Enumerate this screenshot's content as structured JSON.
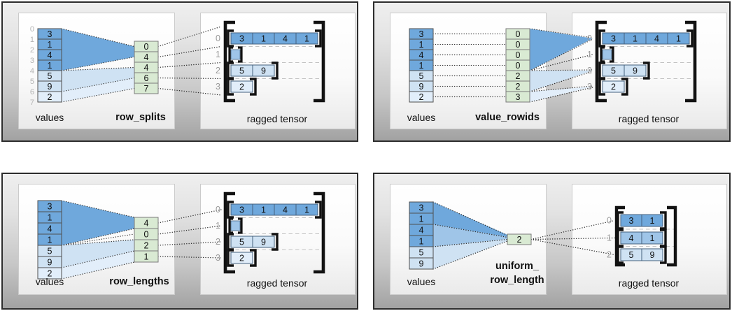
{
  "figure_title": "",
  "colors": {
    "dark_blue": "#6fa8dc",
    "medium_blue": "#9fc5e8",
    "light_blue": "#cfe2f3",
    "pale_blue": "#e2eefa",
    "green": "#d9ead3",
    "bracket_black": "#121212",
    "index_gray": "#b4b4b4",
    "row_label_gray": "#9a9a9a"
  },
  "panels": [
    {
      "id": "row-splits",
      "values_label": "values",
      "method_label_lines": [
        "row_splits"
      ],
      "result_label": "ragged tensor",
      "values": [
        3,
        1,
        4,
        1,
        5,
        9,
        2
      ],
      "value_shades": [
        "dark",
        "dark",
        "dark",
        "dark",
        "light",
        "light",
        "pale"
      ],
      "value_index_labels": [
        "0",
        "1",
        "2",
        "3",
        "4",
        "5",
        "6",
        "7"
      ],
      "method_cells": [
        "0",
        "4",
        "4",
        "6",
        "7"
      ],
      "ragged_rows": [
        {
          "label": "0",
          "cells": [
            "3",
            "1",
            "4",
            "1"
          ],
          "shade": "dark"
        },
        {
          "label": "1",
          "cells": [],
          "shade": "medium"
        },
        {
          "label": "2",
          "cells": [
            "5",
            "9"
          ],
          "shade": "light"
        },
        {
          "label": "3",
          "cells": [
            "2"
          ],
          "shade": "pale"
        }
      ]
    },
    {
      "id": "value-rowids",
      "values_label": "values",
      "method_label_lines": [
        "value_rowids"
      ],
      "result_label": "ragged tensor",
      "values": [
        3,
        1,
        4,
        1,
        5,
        9,
        2
      ],
      "value_shades": [
        "dark",
        "dark",
        "dark",
        "dark",
        "light",
        "light",
        "pale"
      ],
      "method_cells": [
        "0",
        "0",
        "0",
        "0",
        "2",
        "2",
        "3"
      ],
      "ragged_rows": [
        {
          "label": "0",
          "cells": [
            "3",
            "1",
            "4",
            "1"
          ],
          "shade": "dark"
        },
        {
          "label": "1",
          "cells": [],
          "shade": "medium"
        },
        {
          "label": "2",
          "cells": [
            "5",
            "9"
          ],
          "shade": "light"
        },
        {
          "label": "3",
          "cells": [
            "2"
          ],
          "shade": "pale"
        }
      ]
    },
    {
      "id": "row-lengths",
      "values_label": "values",
      "method_label_lines": [
        "row_lengths"
      ],
      "result_label": "ragged tensor",
      "values": [
        3,
        1,
        4,
        1,
        5,
        9,
        2
      ],
      "value_shades": [
        "dark",
        "dark",
        "dark",
        "dark",
        "light",
        "light",
        "pale"
      ],
      "method_cells": [
        "4",
        "0",
        "2",
        "1"
      ],
      "ragged_rows": [
        {
          "label": "0",
          "cells": [
            "3",
            "1",
            "4",
            "1"
          ],
          "shade": "dark"
        },
        {
          "label": "1",
          "cells": [],
          "shade": "medium"
        },
        {
          "label": "2",
          "cells": [
            "5",
            "9"
          ],
          "shade": "light"
        },
        {
          "label": "3",
          "cells": [
            "2"
          ],
          "shade": "pale"
        }
      ]
    },
    {
      "id": "uniform-row-length",
      "values_label": "values",
      "method_label_lines": [
        "uniform_",
        "row_length"
      ],
      "result_label": "ragged tensor",
      "values": [
        3,
        1,
        4,
        1,
        5,
        9
      ],
      "value_shades": [
        "dark",
        "dark",
        "dark",
        "dark",
        "light",
        "light"
      ],
      "method_cells": [
        "2"
      ],
      "ragged_rows": [
        {
          "label": "0",
          "cells": [
            "3",
            "1"
          ],
          "shade": "dark"
        },
        {
          "label": "1",
          "cells": [
            "4",
            "1"
          ],
          "shade": "medium"
        },
        {
          "label": "2",
          "cells": [
            "5",
            "9"
          ],
          "shade": "light"
        }
      ]
    }
  ]
}
